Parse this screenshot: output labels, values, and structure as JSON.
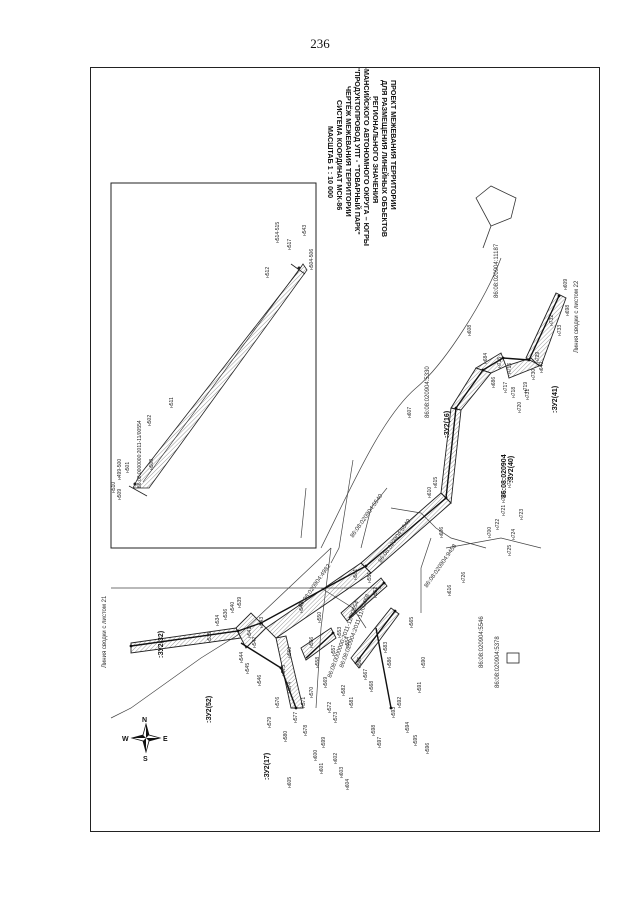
{
  "page_number": "236",
  "title_block": [
    "ПРОЕКТ МЕЖЕВАНИЯ ТЕРРИТОРИИ",
    "ДЛЯ РАЗМЕЩЕНИЯ ЛИНЕЙНЫХ ОБЪЕКТОВ",
    "РЕГИОНАЛЬНОГО ЗНАЧЕНИЯ",
    "ХАНТЫ-МАНСИЙСКОГО АВТОНОМНОГО ОКРУГА – ЮГРЫ",
    "\"ПРОДУКТОПРОВОД УПТ - \"ТОВАРНЫЙ ПАРК\"",
    "ЧЕРТЁЖ МЕЖЕВАНИЯ ТЕРРИТОРИИ",
    "СИСТЕМА КООРДИНАТ МСК-86",
    "МАСШТАБ 1 : 10 000"
  ],
  "compass": {
    "n": "N",
    "s": "S",
    "e": "E",
    "w": "W"
  },
  "match_lines": {
    "sheet21": "Линия сводки с листом 21",
    "sheet22": "Линия сводки с листом 22"
  },
  "zones": {
    "z32": ":ЗУ2(32)",
    "z52": ":ЗУ2(52)",
    "z17": ":ЗУ2(17)",
    "z16": ":ЗУ2(16)",
    "z40": ":ЗУ2(40)",
    "z41": ":ЗУ2(41)"
  },
  "cadastral": {
    "q020904": "86:08:020904",
    "p11187": "86:08:020904:11187",
    "p5330": "86:08:020904:5330",
    "p5540": "86:08:020904:5540",
    "p5378": "86:08:020904:5378",
    "p5546": "86:08:020904:5546",
    "p5549": "86:08:020904:5549",
    "p4982": "86:08:020904:4982",
    "p9458": "86:08:020904:9458",
    "p0554_inset": "86:08:0000000:2011-11/00554",
    "p0554_main": "86:08:0000000:2011-11/00554",
    "p0458": "86:08:020904:2011-11/00458"
  },
  "points_inset": [
    "н499-500",
    "н501",
    "н502",
    "н508",
    "н509",
    "н510",
    "н511",
    "н512",
    "н514-515",
    "н517",
    "н543",
    "н504-506"
  ],
  "points_main": [
    "н535",
    "н534",
    "н536",
    "н539",
    "н540",
    "н541",
    "н542",
    "н543",
    "н544",
    "н545",
    "н546",
    "н549",
    "н550",
    "н551",
    "н552",
    "н553",
    "н554",
    "н556",
    "н557",
    "н558",
    "н560",
    "н561",
    "н565",
    "н566",
    "н567",
    "н568",
    "н569",
    "н570",
    "н571",
    "н572",
    "н573",
    "н574",
    "н575",
    "н576",
    "н577",
    "н578",
    "н579",
    "н580",
    "н581",
    "н582",
    "н583",
    "н586",
    "н590",
    "н591",
    "н592",
    "н593",
    "н594",
    "н595",
    "н596",
    "н597",
    "н598",
    "н599",
    "н600",
    "н601",
    "н602",
    "н603",
    "н604",
    "н605",
    "н606",
    "н607",
    "н608",
    "н609",
    "н610",
    "н615",
    "н616",
    "н640",
    "н684",
    "н686",
    "н698",
    "н700",
    "н715",
    "н716",
    "н717",
    "н718",
    "н719",
    "н720",
    "н721",
    "н722",
    "н723",
    "н724",
    "н725",
    "н726",
    "н727",
    "н728",
    "н729",
    "н730",
    "н731",
    "н732",
    "н733"
  ]
}
